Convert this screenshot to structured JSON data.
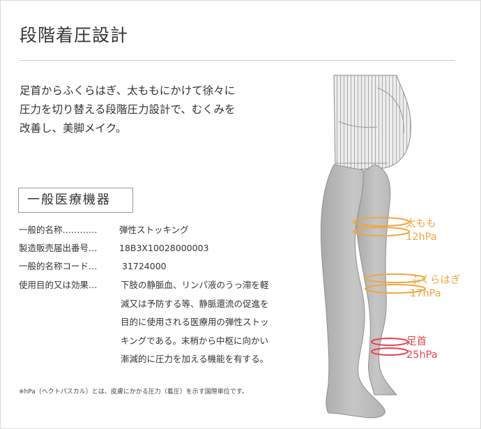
{
  "header": {
    "title": "段階着圧設計"
  },
  "intro": {
    "lines": [
      "足首からふくらはぎ、太ももにかけて徐々に",
      "圧力を切り替える段階圧力設計で、むくみを",
      "改善し、美脚メイク。"
    ]
  },
  "category": {
    "label": "一般医療機器"
  },
  "specs": [
    {
      "label": "一般的名称…………",
      "value": "弾性ストッキング"
    },
    {
      "label": "製造販売届出番号…",
      "value": "18B3X10028000003"
    },
    {
      "label": "一般的名称コード…",
      "value": "31724000"
    }
  ],
  "usage": {
    "label": "使用目的又は効果…",
    "lines": [
      "下肢の静脈血、リンパ液のうっ滞を軽",
      "減又は予防する等、静脈還流の促進を",
      "目的に使用される医療用の弾性ストッ",
      "キングである。末梢から中枢に向かい",
      "漸減的に圧力を加える機能を有する。"
    ]
  },
  "note": "※hPa（ヘクトパスカル）とは、皮膚にかかる圧力（着圧）を示す国際単位です。",
  "pressure_points": [
    {
      "part": "太もも",
      "value": "12hPa",
      "color": "#f0a640"
    },
    {
      "part": "ふくらはぎ",
      "value": "17hPa",
      "color": "#f0a640"
    },
    {
      "part": "足首",
      "value": "25hPa",
      "color": "#e8424f"
    }
  ],
  "colors": {
    "orange": "#f0a640",
    "red": "#e8424f",
    "stocking": "#bcbcbc"
  }
}
